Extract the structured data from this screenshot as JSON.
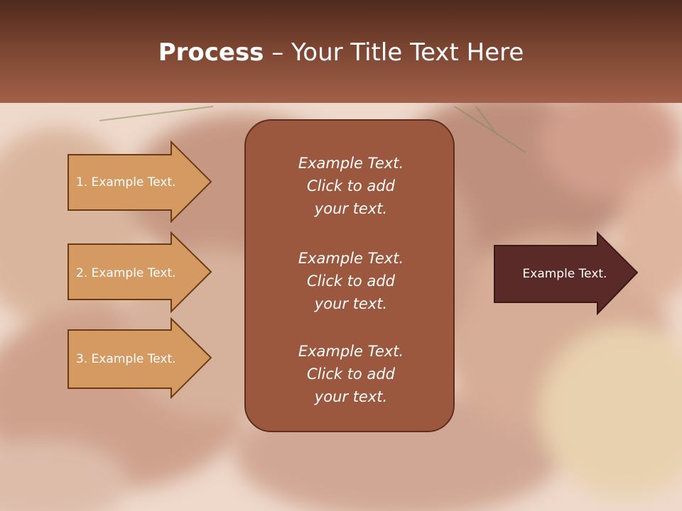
{
  "title": {
    "bold": "Process",
    "rest": " – Your Title Text Here"
  },
  "left_arrows": [
    {
      "label": "1. Example Text."
    },
    {
      "label": "2. Example Text."
    },
    {
      "label": "3. Example Text."
    }
  ],
  "center_box": {
    "blocks": [
      {
        "line1": "Example Text.",
        "line2": "Click  to add",
        "line3": "your text."
      },
      {
        "line1": "Example Text.",
        "line2": "Click  to add",
        "line3": "your text."
      },
      {
        "line1": "Example Text.",
        "line2": "Click  to add",
        "line3": "your text."
      }
    ]
  },
  "right_arrow": {
    "label": "Example Text."
  },
  "colors": {
    "header_dark": "#4e2a1e",
    "header_light": "#a2614a",
    "left_arrow_fill": "#d49a62",
    "left_arrow_border": "#6b3b14",
    "center_box_fill": "#9b583f",
    "right_arrow_fill": "#5a2a28"
  },
  "background_image": "roasted-meat-food-photo"
}
